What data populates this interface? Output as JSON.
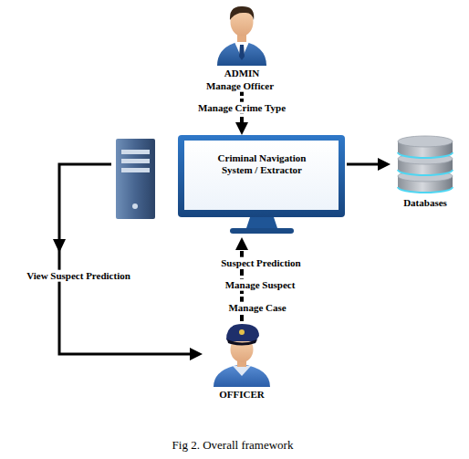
{
  "diagram": {
    "caption": "Fig 2. Overall framework",
    "nodes": [
      {
        "text": [
          "ADMIN"
        ]
      },
      {
        "text": [
          "Criminal Navigation System / Extractor"
        ]
      },
      {
        "text": [
          "Databases"
        ]
      },
      {
        "text": [
          "OFFICER"
        ]
      }
    ],
    "edges": [
      {
        "from": 0,
        "to": 1,
        "arrow": "to",
        "label": "Manage Officer"
      },
      {
        "from": 1,
        "to": 2,
        "arrow": "to"
      },
      {
        "from": 1,
        "to": 3,
        "arrow": "to",
        "label": "View Suspect Prediction"
      },
      {
        "from": 3,
        "to": 1,
        "arrow": "to",
        "label": "Suspect Prediction"
      }
    ],
    "labels": [
      "Manage Crime Type",
      "Manage Suspect",
      "Manage Case"
    ]
  }
}
